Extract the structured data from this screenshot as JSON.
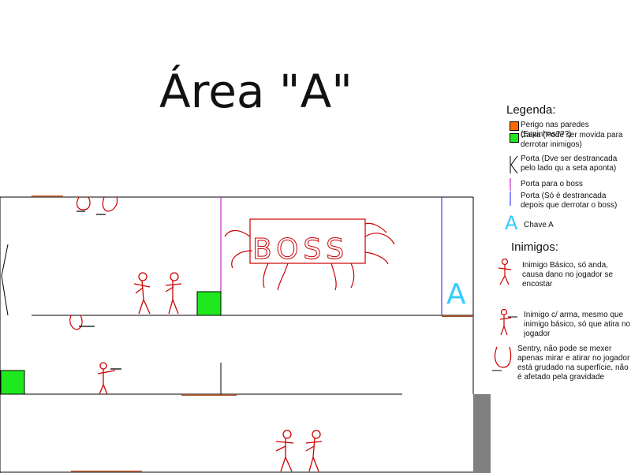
{
  "title": "Área \"A\"",
  "map": {
    "boss_label": "BOSS",
    "key_label": "A"
  },
  "legend": {
    "heading": "Legenda:",
    "items": [
      {
        "text": "Perigo nas paredes (Espinhos???)",
        "color": "#ff6a00"
      },
      {
        "text": "Caixa (Pode ser movida para derrotar inimigos)",
        "color": "#1ee81e"
      },
      {
        "text": "Porta (Dve ser destrancada pelo lado qu a seta aponta)"
      },
      {
        "text": "Porta para o boss",
        "color": "#c000c0"
      },
      {
        "text": "Porta (Só é destrancada depois que derrotar o boss)",
        "color": "#1a1aff"
      },
      {
        "text": "Chave A",
        "color": "#33ccff",
        "symbol": "A"
      }
    ]
  },
  "enemies": {
    "heading": "Inimigos:",
    "items": [
      {
        "text": "Inimigo Básico, só anda, causa dano no jogador se encostar"
      },
      {
        "text": "Inimigo c/ arma, mesmo que inimigo básico, só que atira no jogador"
      },
      {
        "text": "Sentry, não pode se mexer apenas mirar e atirar no jogador está grudado na superfície, não é afetado pela gravidade"
      }
    ]
  },
  "colors": {
    "enemy": "#cc0000",
    "wall": "#000000",
    "hazard": "#a0522d"
  }
}
